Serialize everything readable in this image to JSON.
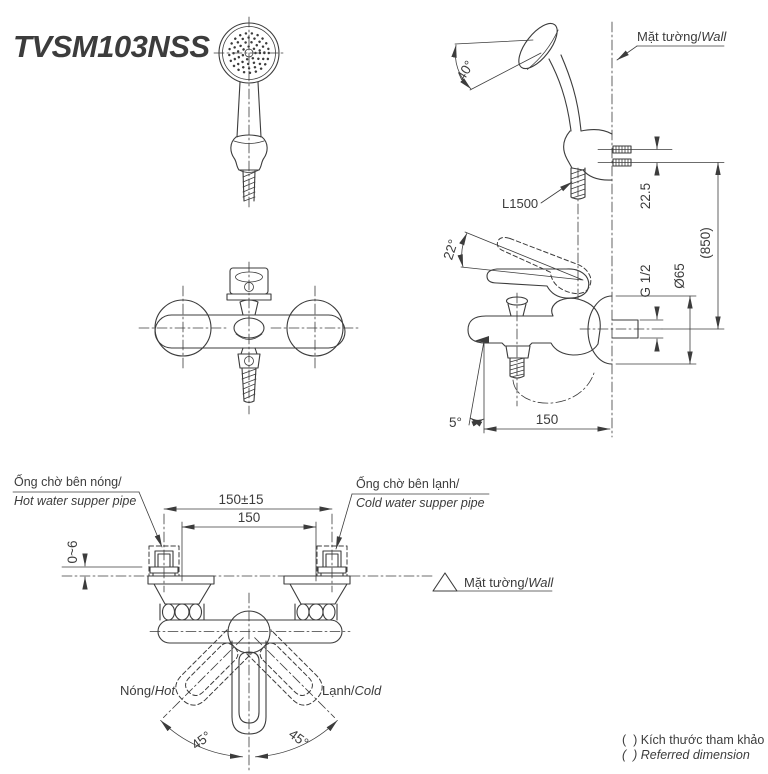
{
  "title": "TVSM103NSS",
  "colors": {
    "line": "#3c3c3c",
    "bg": "#ffffff"
  },
  "shower_side_view": {
    "wall_label_vi": "Mặt tường/",
    "wall_label_en": "Wall",
    "angle_head": "40°",
    "hose_length": "L1500",
    "dim_bracket_screws": "22.5",
    "dim_height_ref": "(850)",
    "dim_thread": "G 1/2",
    "dim_escutcheon_dia": "Ø65"
  },
  "faucet_side_view": {
    "angle_lever": "22°",
    "angle_spout": "5°",
    "dim_spout_reach": "150"
  },
  "installation_view": {
    "hot_pipe_label_vi": "Ống chờ bên nóng/",
    "hot_pipe_label_en": "Hot water supper pipe",
    "cold_pipe_label_vi": "Ống chờ bên lạnh/",
    "cold_pipe_label_en": "Cold water supper pipe",
    "dim_pipe_span_tolerance": "150±15",
    "dim_pipe_span": "150",
    "dim_wall_gap": "0~6",
    "wall_label_vi": "Mặt tường/",
    "wall_label_en": "Wall",
    "hot_label_vi": "Nóng/",
    "hot_label_en": "Hot",
    "cold_label_vi": "Lạnh/",
    "cold_label_en": "Cold",
    "angle_left": "45°",
    "angle_right": "45°"
  },
  "footer": {
    "note_vi": "(  ) Kích thước tham khảo",
    "note_en": "(  ) Referred dimension"
  }
}
